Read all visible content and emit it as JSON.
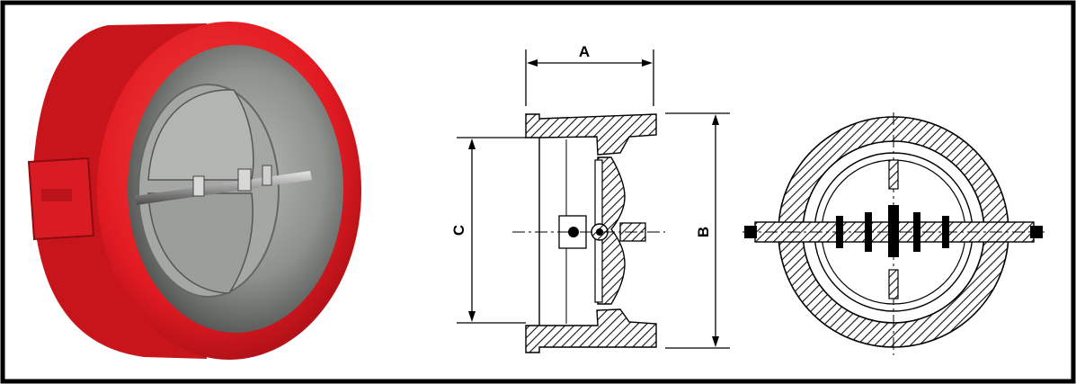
{
  "diagram": {
    "dimension_labels": {
      "a": "A",
      "b": "B",
      "c": "C"
    },
    "colors": {
      "valve_body": "#e21a22",
      "valve_interior": "#8f918e",
      "frame": "#000000"
    }
  }
}
